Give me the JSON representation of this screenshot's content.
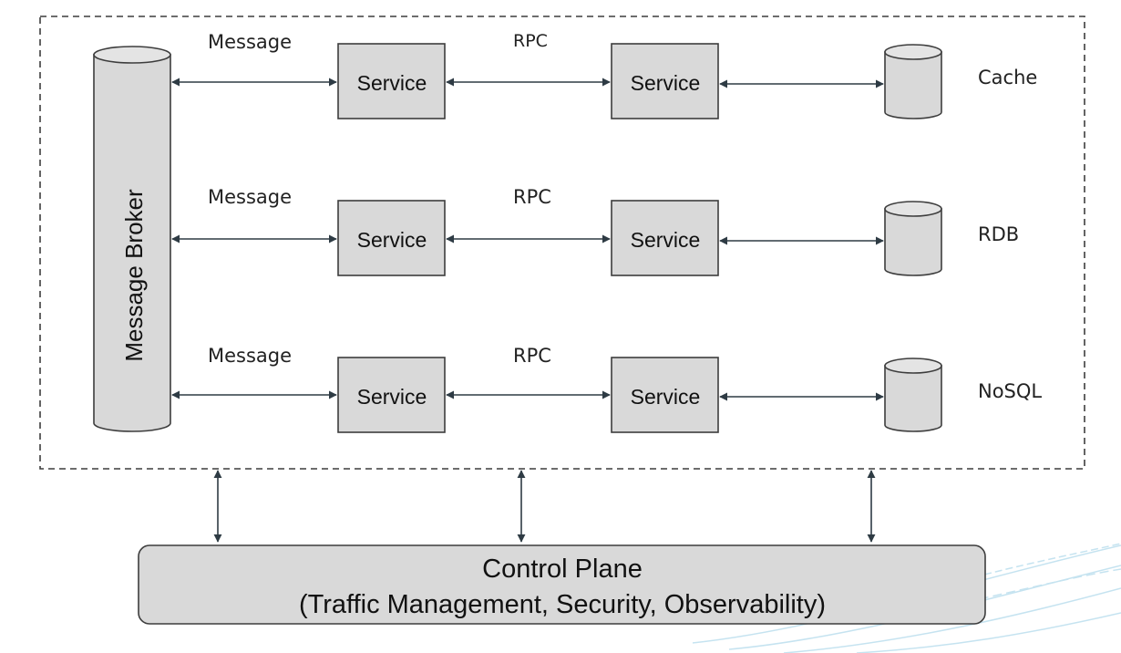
{
  "broker": {
    "label": "Message Broker"
  },
  "rows": [
    {
      "message_label": "Message",
      "rpc_label": "RPC",
      "service_a": "Service",
      "service_b": "Service",
      "store_label": "Cache"
    },
    {
      "message_label": "Message",
      "rpc_label": "RPC",
      "service_a": "Service",
      "service_b": "Service",
      "store_label": "RDB"
    },
    {
      "message_label": "Message",
      "rpc_label": "RPC",
      "service_a": "Service",
      "service_b": "Service",
      "store_label": "NoSQL"
    }
  ],
  "control_plane": {
    "title": "Control Plane",
    "subtitle": "(Traffic Management, Security, Observability)"
  },
  "colors": {
    "box_fill": "#d9d9d9",
    "box_stroke": "#3d3d3d",
    "arrow": "#2e3b44",
    "decor_wave": "#bfe0ef"
  }
}
